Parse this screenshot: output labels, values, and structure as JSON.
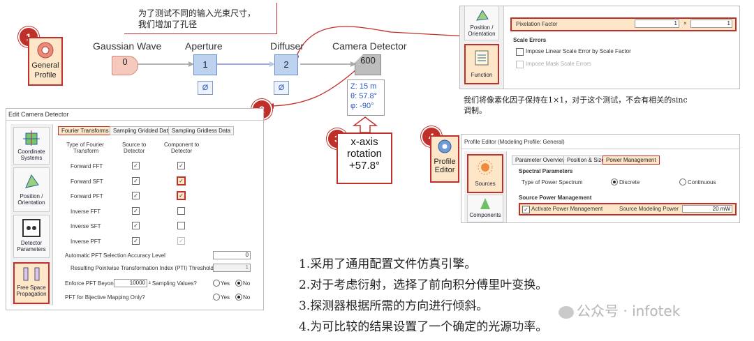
{
  "note_top": [
    "为了测试不同的输入光束尺寸，",
    "我们增加了孔径"
  ],
  "badges": [
    "1",
    "2",
    "3",
    "4"
  ],
  "general_profile": [
    "General",
    "Profile"
  ],
  "pipeline": {
    "gaussian_label": "Gaussian Wave",
    "gaussian_value": "0",
    "aperture_label": "Aperture",
    "aperture_value": "1",
    "diffuser_label": "Diffuser",
    "diffuser_value": "2",
    "detector_label": "Camera Detector",
    "detector_value": "600",
    "phi_symbol": "Ø"
  },
  "orientation": {
    "z": "Z: 15 m",
    "theta": "θ: 57.8°",
    "phi": "φ: -90°"
  },
  "rotation_note": [
    "x-axis",
    "rotation",
    "+57.8°"
  ],
  "top_right_panel": {
    "tools": [
      "Position /",
      "Orientation",
      "Function"
    ],
    "pixelation_label": "Pixelation Factor",
    "pixelation_x": "1",
    "pixelation_times": "×",
    "pixelation_y": "1",
    "scale_errors": "Scale Errors",
    "impose_linear": "Impose Linear Scale Error by Scale Factor",
    "impose_mask": "Impose Mask Scale Errors"
  },
  "pixel_note": [
    "我们将像素化因子保持在1×1，对于这个测试，不会有相关的sinc",
    "调制。"
  ],
  "camera_window": {
    "title": "Edit Camera Detector",
    "tabs": [
      "Fourier Transforms",
      "Sampling Gridded Data",
      "Sampling Gridless Data"
    ],
    "sidebar": [
      "Coordinate",
      "Systems",
      "Position /",
      "Orientation",
      "Detector",
      "Parameters",
      "Free Space",
      "Propagation"
    ],
    "col_headers": [
      "Type of Fourier",
      "Transform",
      "Source to",
      "Detector",
      "Component to",
      "Detector"
    ],
    "rows": [
      "Forward FFT",
      "Forward SFT",
      "Forward PFT",
      "Inverse FFT",
      "Inverse SFT",
      "Inverse PFT"
    ],
    "row_checks": [
      [
        "✓",
        "✓"
      ],
      [
        "✓",
        "✓"
      ],
      [
        "✓",
        "✓"
      ],
      [
        "✓",
        ""
      ],
      [
        "✓",
        ""
      ],
      [
        "✓",
        "✓"
      ]
    ],
    "auto_pft": "Automatic PFT Selection Accuracy Level",
    "auto_pft_value": "0",
    "pti_label": "Resulting Pointwise Transformation Index (PTI) Threshold",
    "pti_value": "1",
    "enforce_label": "Enforce PFT Beyond",
    "enforce_value": "10000",
    "enforce_suffix": "² Sampling Values?",
    "bijective_label": "PFT for Bijective Mapping Only?",
    "yes": "Yes",
    "no": "No"
  },
  "profile_window": {
    "title": "Profile Editor (Modeling Profile: General)",
    "side_label": [
      "Profile",
      "Editor"
    ],
    "tools": [
      "Sources",
      "Components"
    ],
    "tabs": [
      "Parameter Overview",
      "Position & Size",
      "Power Management"
    ],
    "spectral": "Spectral Parameters",
    "type_power": "Type of Power Spectrum",
    "discrete": "Discrete",
    "continuous": "Continuous",
    "source_power": "Source Power Management",
    "activate": "Activate Power Management",
    "modeling_power": "Source Modeling Power",
    "power_value": "20 mW"
  },
  "summary": [
    "1.采用了通用配置文件仿真引擎。",
    "2.对于考虑衍射，选择了前向积分傅里叶变换。",
    "3.探测器根据所需的方向进行倾斜。",
    "4.为可比较的结果设置了一个确定的光源功率。"
  ],
  "watermark": "公众号 · infotek",
  "colors": {
    "accent_red": "#c0302a",
    "node_blue": "#bcd2ee",
    "node_pink": "#f6c9bf",
    "highlight": "#fde7c8"
  }
}
